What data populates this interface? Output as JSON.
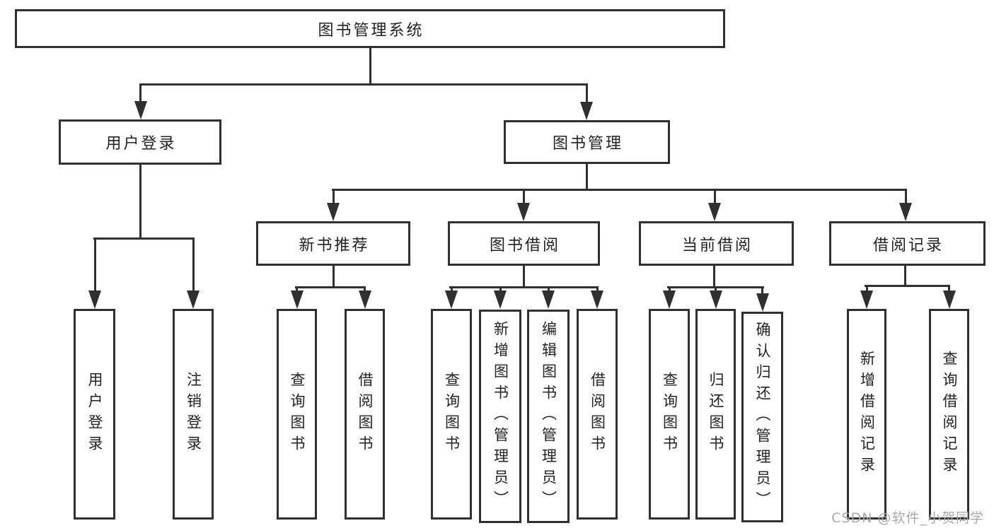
{
  "tree": {
    "root": {
      "label": "图书管理系统",
      "children": [
        {
          "label": "用户登录",
          "children": [
            {
              "label": "用户登录"
            },
            {
              "label": "注销登录"
            }
          ]
        },
        {
          "label": "图书管理",
          "children": [
            {
              "label": "新书推荐",
              "children": [
                {
                  "label": "查询图书"
                },
                {
                  "label": "借阅图书"
                }
              ]
            },
            {
              "label": "图书借阅",
              "children": [
                {
                  "label": "查询图书"
                },
                {
                  "label": "新增图书（管理员）"
                },
                {
                  "label": "编辑图书（管理员）"
                },
                {
                  "label": "借阅图书"
                }
              ]
            },
            {
              "label": "当前借阅",
              "children": [
                {
                  "label": "查询图书"
                },
                {
                  "label": "归还图书"
                },
                {
                  "label": "确认归还（管理员）"
                }
              ]
            },
            {
              "label": "借阅记录",
              "children": [
                {
                  "label": "新增借阅记录"
                },
                {
                  "label": "查询借阅记录"
                }
              ]
            }
          ]
        }
      ]
    }
  },
  "watermark": "CSDN @软件_小贺同学",
  "colors": {
    "line": "#303030",
    "text": "#222222",
    "background": "#ffffff",
    "watermark": "#a9a9a9"
  }
}
